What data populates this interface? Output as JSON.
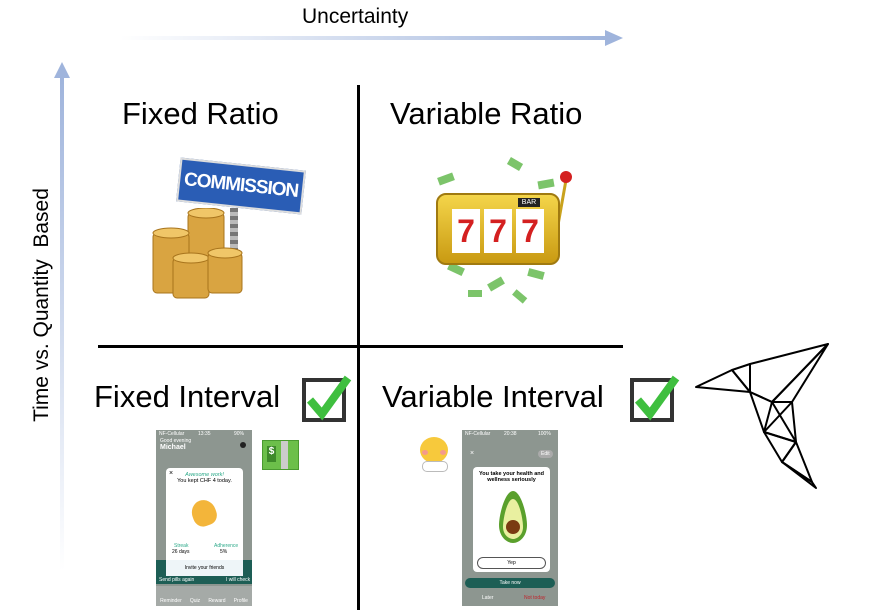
{
  "axes": {
    "x_label": "Uncertainty",
    "y_label": "Time vs. Quantity  Based",
    "arrow_color": "#9fb4dc"
  },
  "quadrants": [
    {
      "title": "Fixed Ratio",
      "image": "commission-sign-coins",
      "sign_text": "COMMISSION"
    },
    {
      "title": "Variable Ratio",
      "image": "slot-machine-777",
      "reel_text": [
        "7",
        "7",
        "7"
      ],
      "bar_text": "BAR"
    },
    {
      "title": "Fixed Interval",
      "checked": true
    },
    {
      "title": "Variable Interval",
      "checked": true
    }
  ],
  "phone1": {
    "status_left": "NF-Cellular",
    "status_time": "13:35",
    "status_right": "90%",
    "greeting": "Good evening",
    "name": "Michael",
    "modal_title": "Awesome work!",
    "modal_text": "You kept CHF 4 today.",
    "streak_label": "Streak",
    "streak_value": "26 days",
    "adherence_label": "Adherence",
    "adherence_value": "5%",
    "invite": "Invite your friends",
    "bottom_left": "Send pills again",
    "bottom_right": "I will check",
    "tabs": [
      "Reminder",
      "Quiz",
      "Reward",
      "Profile"
    ]
  },
  "phone2": {
    "status_left": "NF-Cellular",
    "status_time": "20:38",
    "status_right": "100%",
    "edit": "Edit",
    "modal_text": "You take your health and wellness seriously",
    "modal_button": "Yep",
    "take_now": "Take now",
    "later": "Later",
    "not_today": "Not today"
  },
  "colors": {
    "check": "#3fbf3f",
    "teal": "#1d5e55",
    "accent_text": "#2eaa8a"
  }
}
